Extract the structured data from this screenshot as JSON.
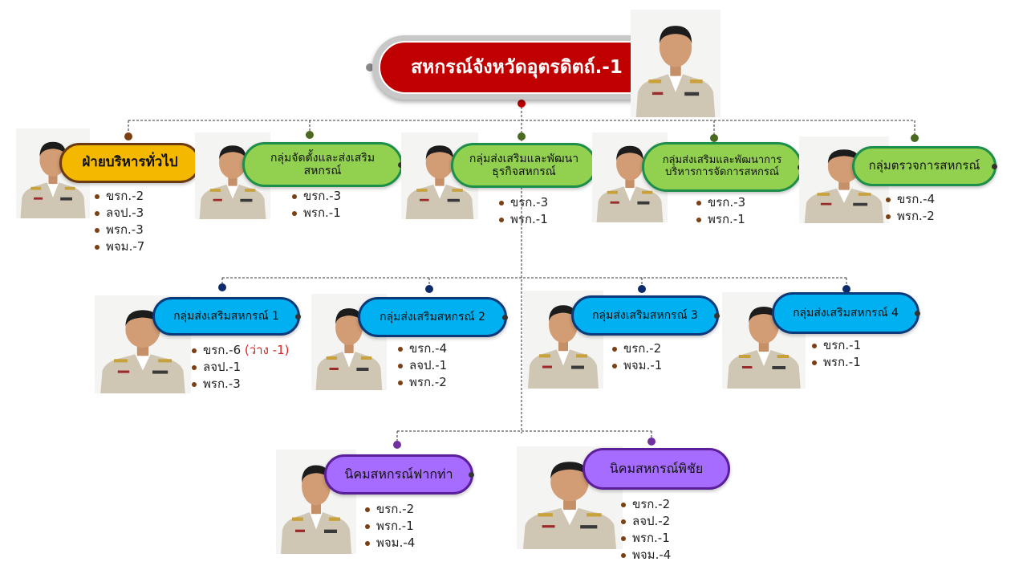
{
  "head": {
    "title": "สหกรณ์จังหวัดอุตรดิตถ์.-1"
  },
  "colors": {
    "head": "#c00000",
    "admin": "#f5b800",
    "green": "#92d050",
    "blue": "#00b0f0",
    "purple": "#a66bff",
    "bullet": "#7b3f12"
  },
  "groups_row1": [
    {
      "name": "ฝ่ายบริหารทั่วไป",
      "staff": [
        "ขรก.-2",
        "ลจป.-3",
        "พรก.-3",
        "พจม.-7"
      ]
    },
    {
      "name": "กลุ่มจัดตั้งและส่งเสริมสหกรณ์",
      "staff": [
        "ขรก.-3",
        "พรก.-1"
      ]
    },
    {
      "name": "กลุ่มส่งเสริมและพัฒนาธุรกิจสหกรณ์",
      "staff": [
        "ขรก.-3",
        "พรก.-1"
      ]
    },
    {
      "name": "กลุ่มส่งเสริมและพัฒนาการบริหารการจัดการสหกรณ์",
      "staff": [
        "ขรก.-3",
        "พรก.-1"
      ]
    },
    {
      "name": "กลุ่มตรวจการสหกรณ์",
      "staff": [
        "ขรก.-4",
        "พรก.-2"
      ]
    }
  ],
  "groups_row2": [
    {
      "name": "กลุ่มส่งเสริมสหกรณ์ 1",
      "staff": [
        "ขรก.-6",
        "ลจป.-1",
        "พรก.-3"
      ],
      "vacant_note": "(ว่าง -1)"
    },
    {
      "name": "กลุ่มส่งเสริมสหกรณ์ 2",
      "staff": [
        "ขรก.-4",
        "ลจป.-1",
        "พรก.-2"
      ]
    },
    {
      "name": "กลุ่มส่งเสริมสหกรณ์ 3",
      "staff": [
        "ขรก.-2",
        "พจม.-1"
      ]
    },
    {
      "name": "กลุ่มส่งเสริมสหกรณ์ 4",
      "staff": [
        "ขรก.-1",
        "พรก.-1"
      ]
    }
  ],
  "groups_row3": [
    {
      "name": "นิคมสหกรณ์ฟากท่า",
      "staff": [
        "ขรก.-2",
        "พรก.-1",
        "พจม.-4"
      ]
    },
    {
      "name": "นิคมสหกรณ์พิชัย",
      "staff": [
        "ขรก.-2",
        "ลจป.-2",
        "พรก.-1",
        "พจม.-4"
      ]
    }
  ]
}
